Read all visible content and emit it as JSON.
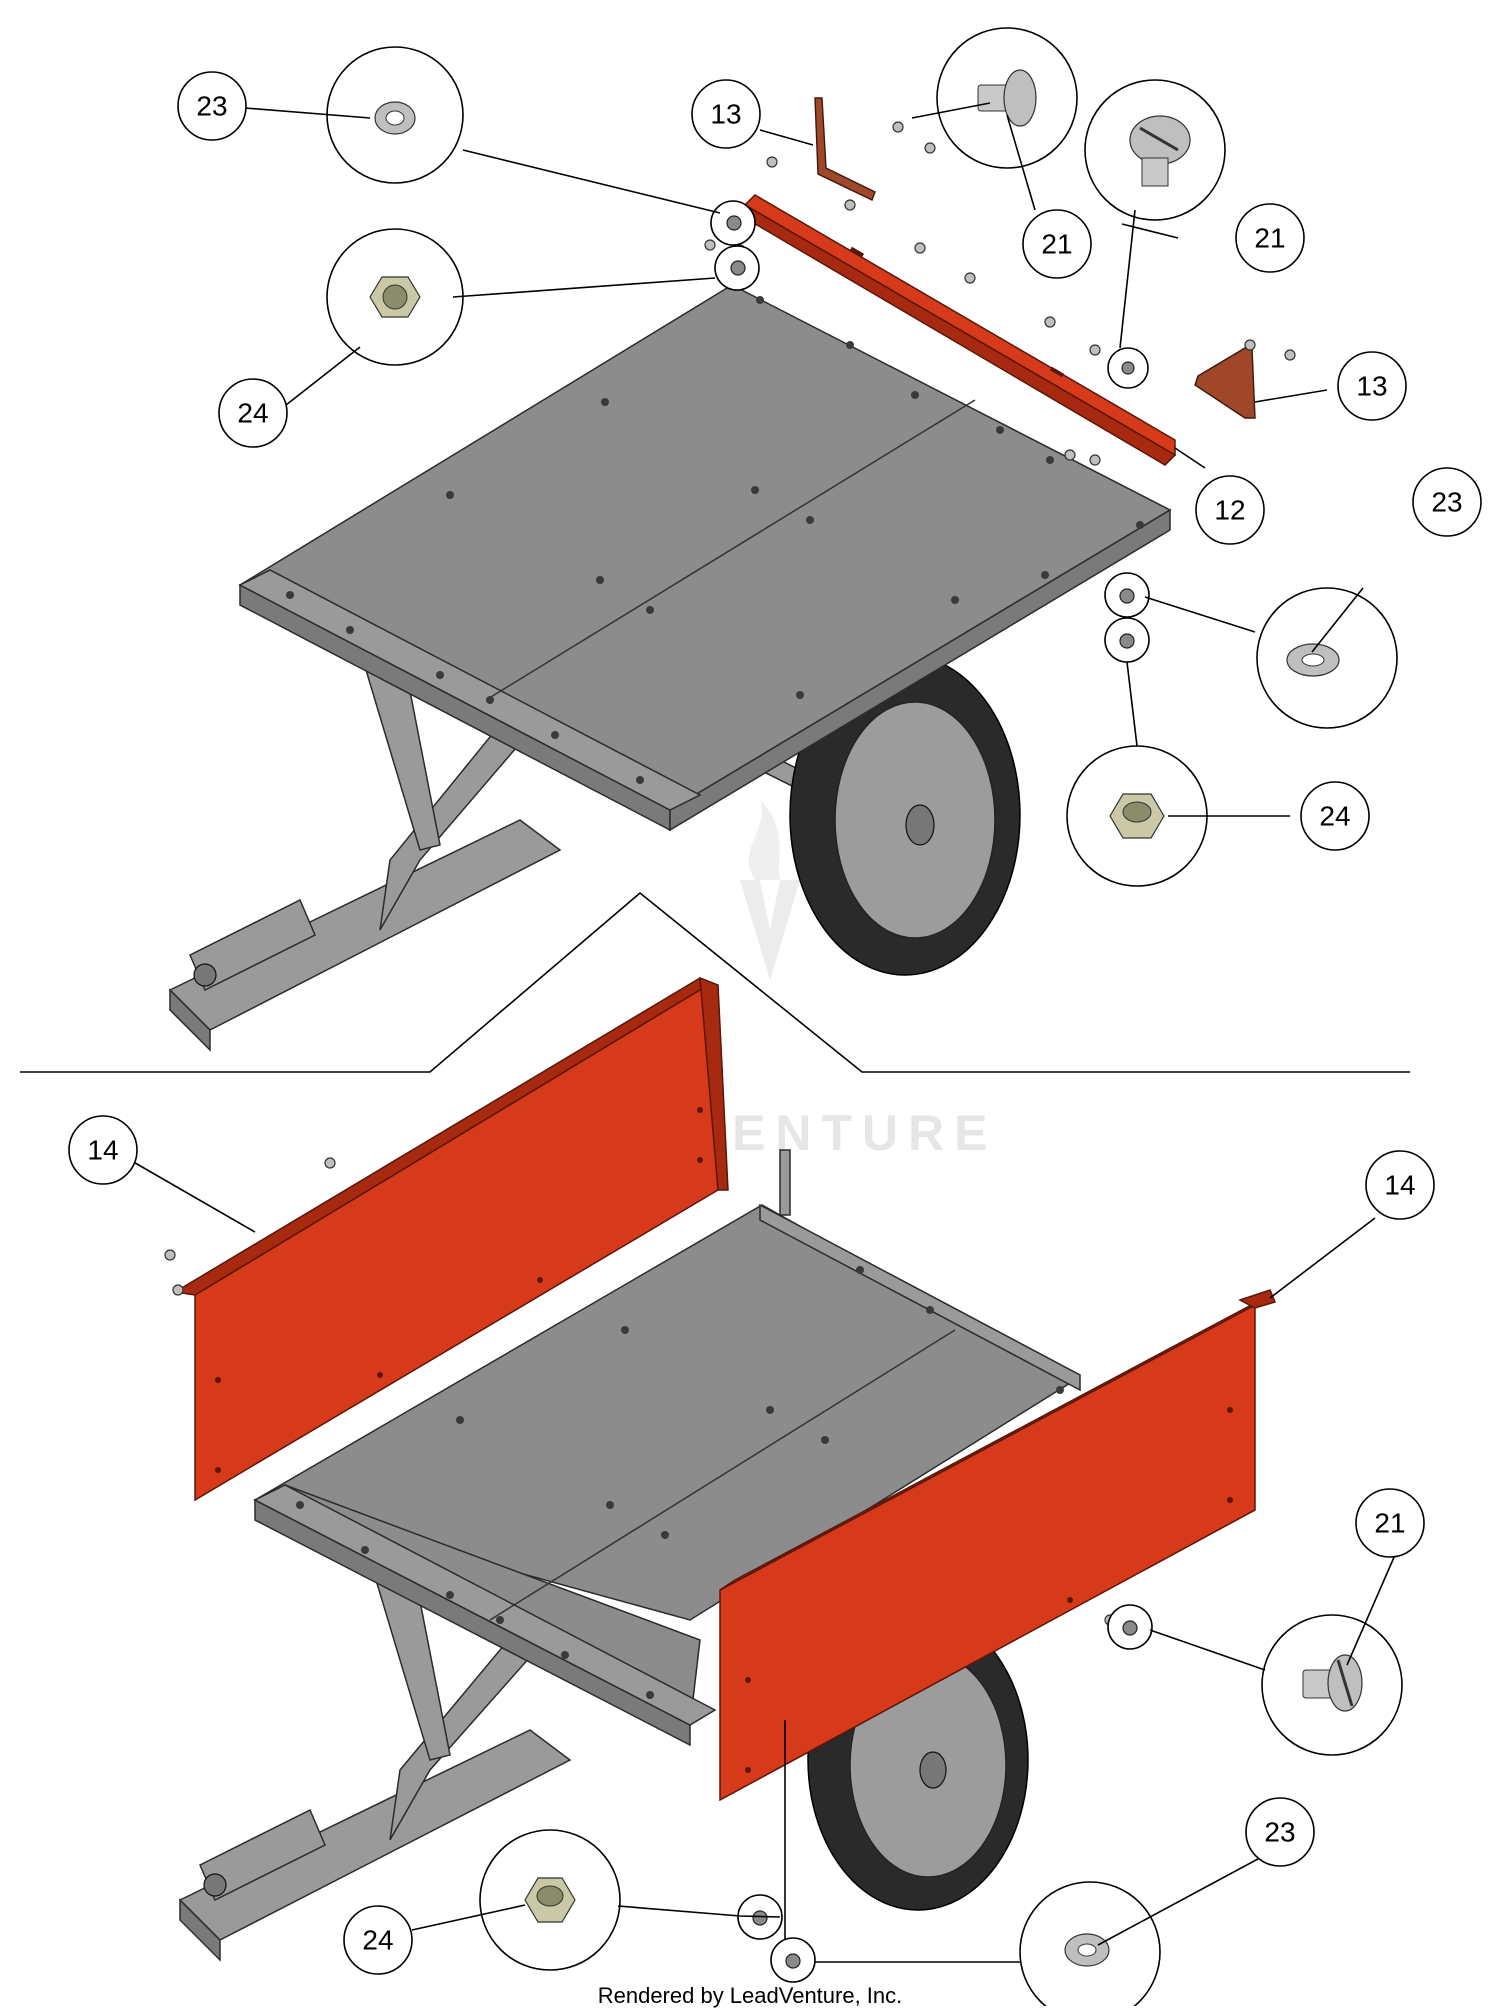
{
  "watermark": "LEADVENTURE",
  "footer": "Rendered by LeadVenture, Inc.",
  "callouts": {
    "c23_top": "23",
    "c13_top": "13",
    "c21_top_a": "21",
    "c21_top_b": "21",
    "c24_top": "24",
    "c13_right": "13",
    "c12": "12",
    "c23_right": "23",
    "c24_right": "24",
    "c14_left": "14",
    "c14_right": "14",
    "c21_bottom": "21",
    "c23_bottom": "23",
    "c24_bottom": "24"
  },
  "colors": {
    "accent_red": "#d63a1a",
    "bracket_brown": "#a0472a",
    "deck_gray": "#8c8c8c"
  }
}
